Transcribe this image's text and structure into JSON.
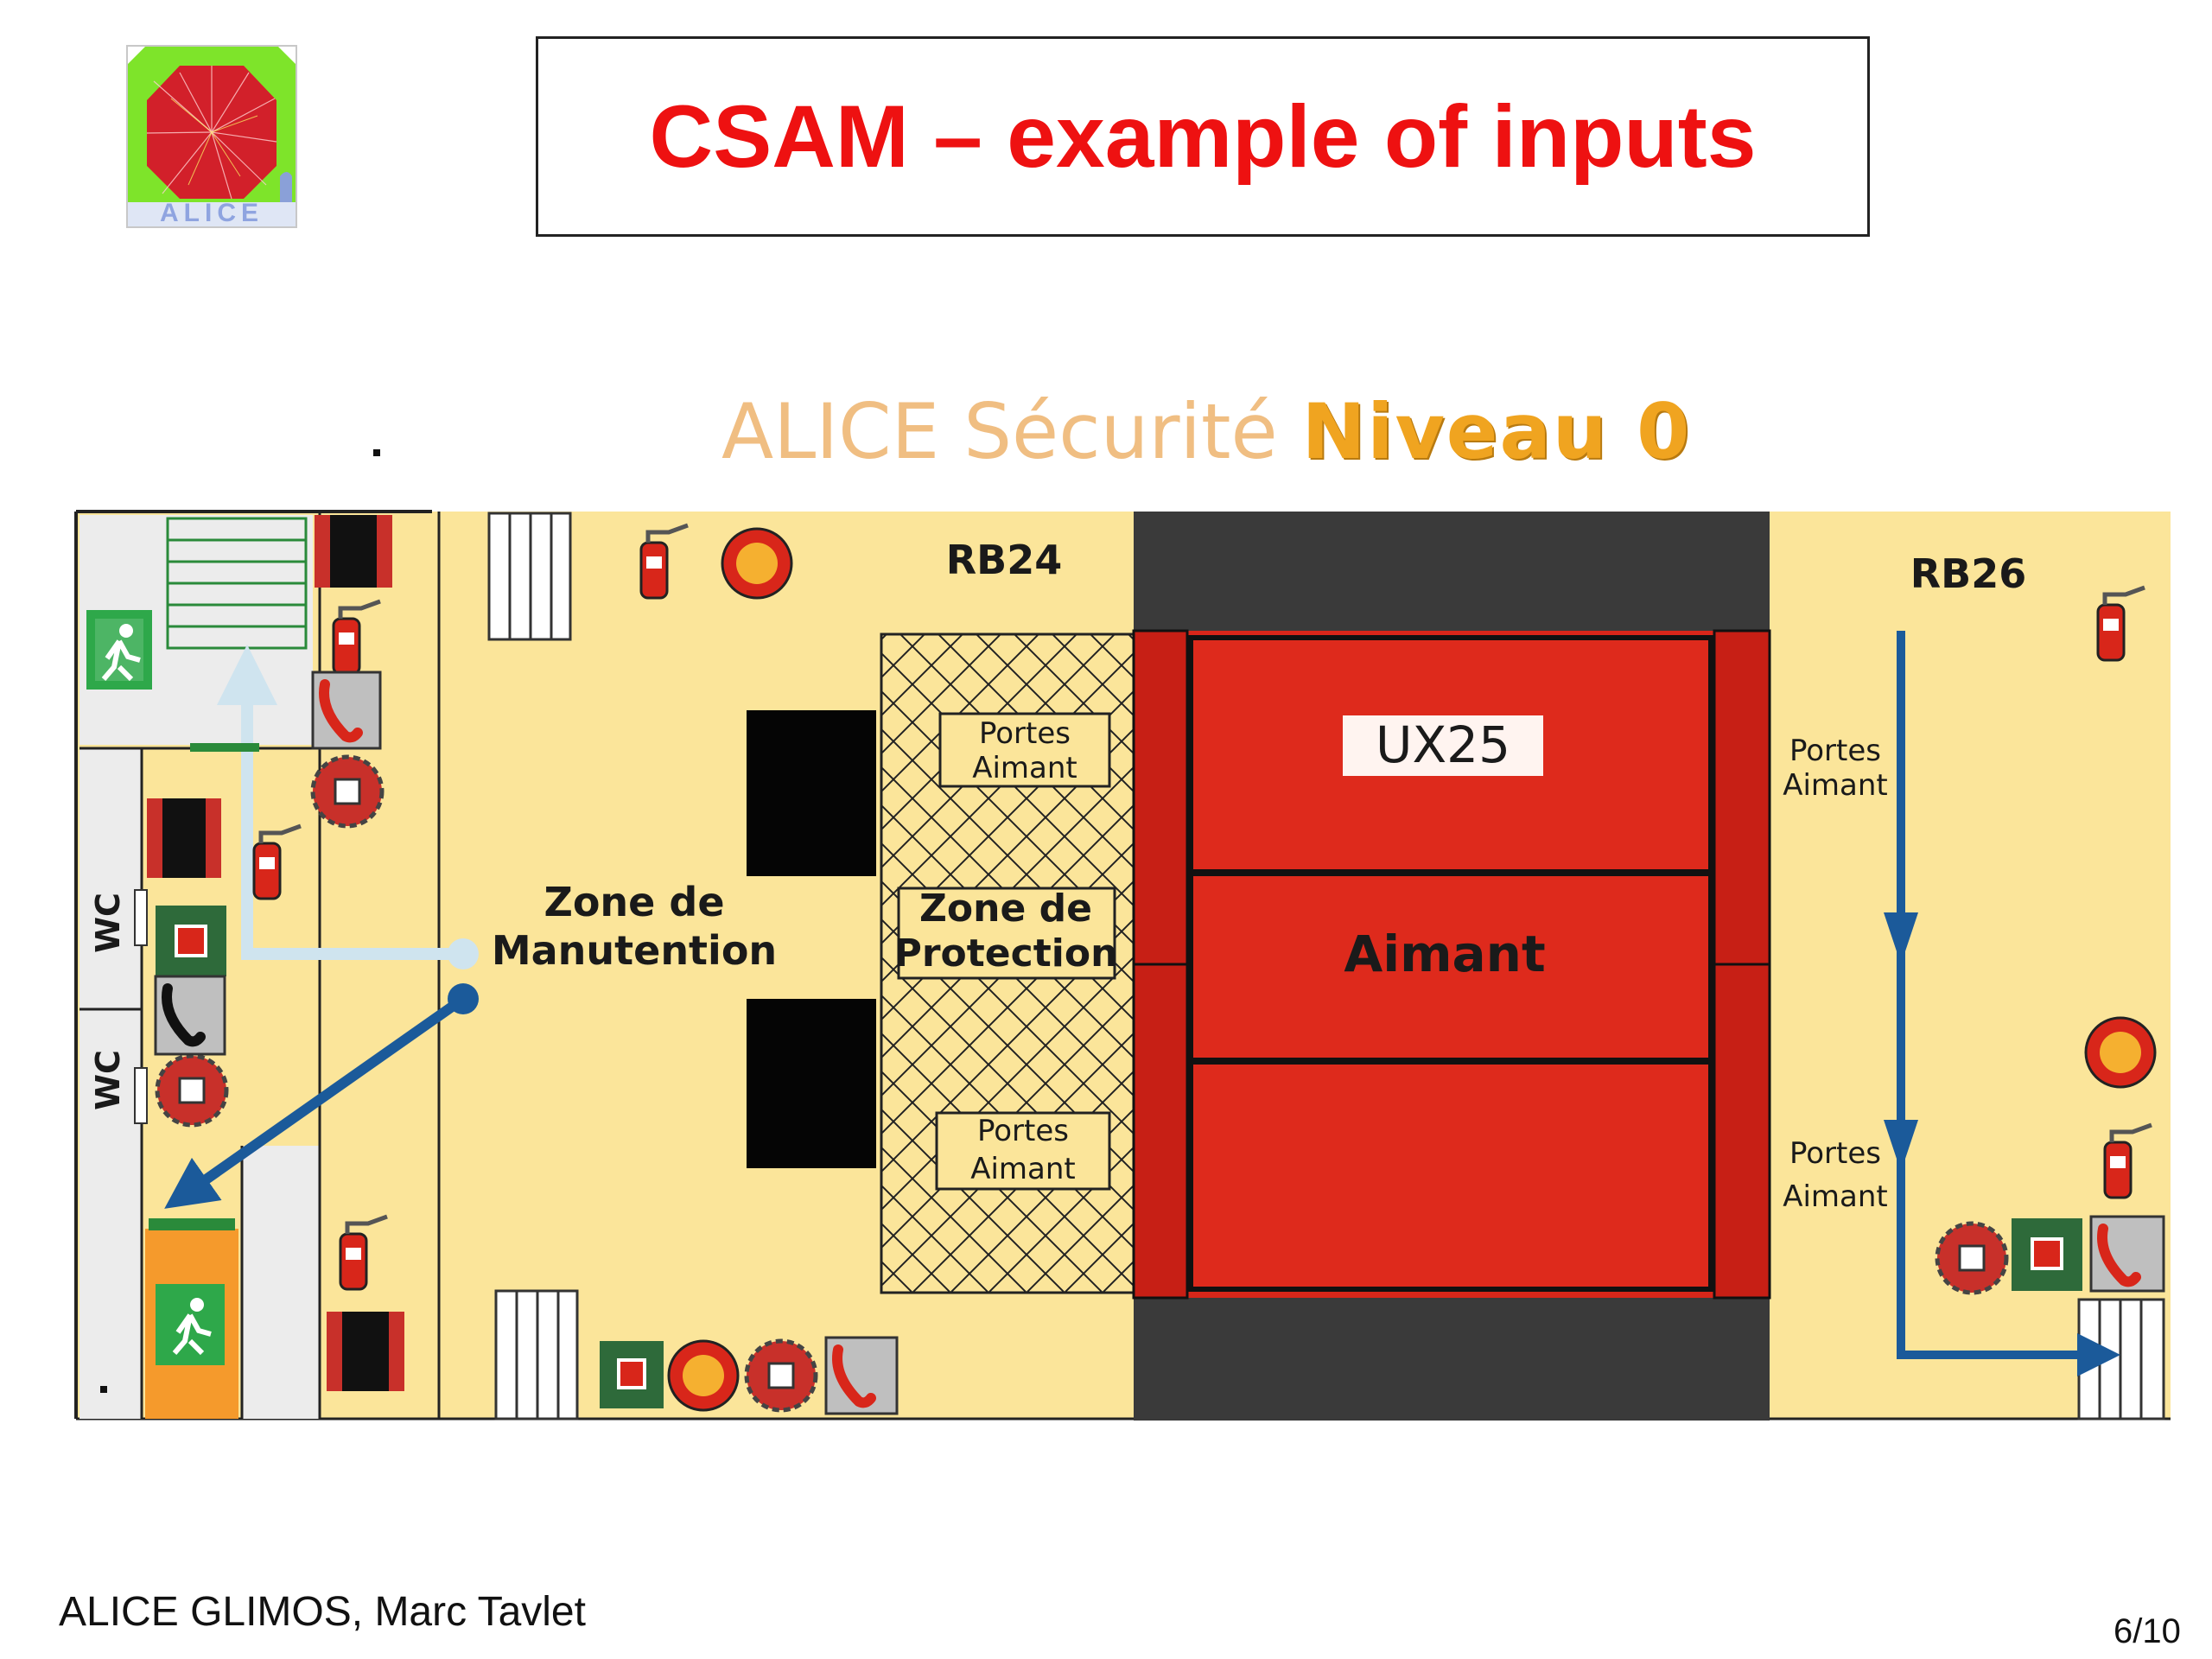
{
  "slide": {
    "title": "CSAM – example of inputs",
    "logo_text": "ALICE",
    "footer_author": "ALICE GLIMOS, Marc Tavlet",
    "page_number": "6/10"
  },
  "plan": {
    "title_part1": "ALICE Sécurité",
    "title_part2": "Niveau 0",
    "labels": {
      "rb24": "RB24",
      "rb26": "RB26",
      "ux25": "UX25",
      "aimant": "Aimant",
      "zone_manutention_1": "Zone de",
      "zone_manutention_2": "Manutention",
      "zone_protection_1": "Zone  de",
      "zone_protection_2": "Protection",
      "portes": "Portes",
      "aimant_small": "Aimant",
      "wc": "WC"
    },
    "colors": {
      "floor": "#fbe59a",
      "magnet_red": "#d8261a",
      "dark_band": "#3a3a3a",
      "title_red": "#ee1111",
      "arrow_blue": "#1b5a9a",
      "light_arrow": "#cfe4ef",
      "exit_green": "#2ea84a",
      "orange_zone": "#f59a2c"
    },
    "icons": [
      "fire-extinguisher-icon",
      "emergency-stop-icon",
      "alarm-button-icon",
      "phone-icon",
      "detector-icon",
      "emergency-exit-icon",
      "cable-drum-icon"
    ]
  }
}
